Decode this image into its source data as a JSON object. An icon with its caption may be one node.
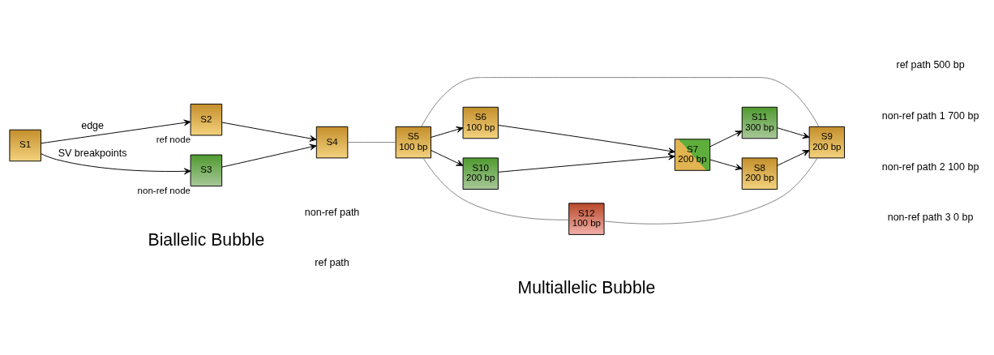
{
  "diagram": {
    "nodes": [
      {
        "text": [
          "S1"
        ]
      },
      {
        "text": [
          "S2"
        ],
        "beside": [
          "ref node"
        ]
      },
      {
        "text": [
          "S3"
        ],
        "beside": [
          "non-ref node"
        ]
      },
      {
        "text": [
          "S4"
        ]
      },
      {
        "text": [
          "S5",
          "100 bp"
        ]
      },
      {
        "text": [
          "S6",
          "100 bp"
        ]
      },
      {
        "text": [
          "S7",
          "200 bp"
        ]
      },
      {
        "text": [
          "S8",
          "200 bp"
        ]
      },
      {
        "text": [
          "S9",
          "200 bp"
        ]
      },
      {
        "text": [
          "S10",
          "200 bp"
        ]
      },
      {
        "text": [
          "S11",
          "300 bp"
        ]
      },
      {
        "text": [
          "S12",
          "100 bp"
        ]
      }
    ],
    "edges": [
      {
        "from": 0,
        "to": 1,
        "arrow": "to",
        "label": "edge"
      },
      {
        "from": 0,
        "to": 2,
        "arrow": "to",
        "label": "SV breakpoints"
      },
      {
        "from": 1,
        "to": 3,
        "arrow": "to"
      },
      {
        "from": 2,
        "to": 3,
        "arrow": "to"
      },
      {
        "from": 3,
        "to": 4,
        "arrow": "none",
        "color": "#808080"
      },
      {
        "from": 4,
        "to": 5,
        "arrow": "to"
      },
      {
        "from": 4,
        "to": 9,
        "arrow": "to"
      },
      {
        "from": 5,
        "to": 6,
        "arrow": "to"
      },
      {
        "from": 9,
        "to": 6,
        "arrow": "to"
      },
      {
        "from": 6,
        "to": 7,
        "arrow": "to"
      },
      {
        "from": 6,
        "to": 10,
        "arrow": "to"
      },
      {
        "from": 7,
        "to": 8,
        "arrow": "to"
      },
      {
        "from": 10,
        "to": 8,
        "arrow": "to"
      },
      {
        "from": 4,
        "to": 11,
        "arrow": "none",
        "color": "#808080"
      },
      {
        "from": 11,
        "to": 8,
        "arrow": "none",
        "color": "#808080"
      },
      {
        "from": 4,
        "to": 8,
        "arrow": "none",
        "color": "#808080"
      }
    ],
    "labels": [
      "ref path",
      "non-ref path",
      "ref path 500 bp",
      "non-ref path 1 700 bp",
      "non-ref path 2 100 bp",
      "non-ref path 3 0 bp",
      "Biallelic Bubble",
      "Multiallelic Bubble"
    ]
  }
}
